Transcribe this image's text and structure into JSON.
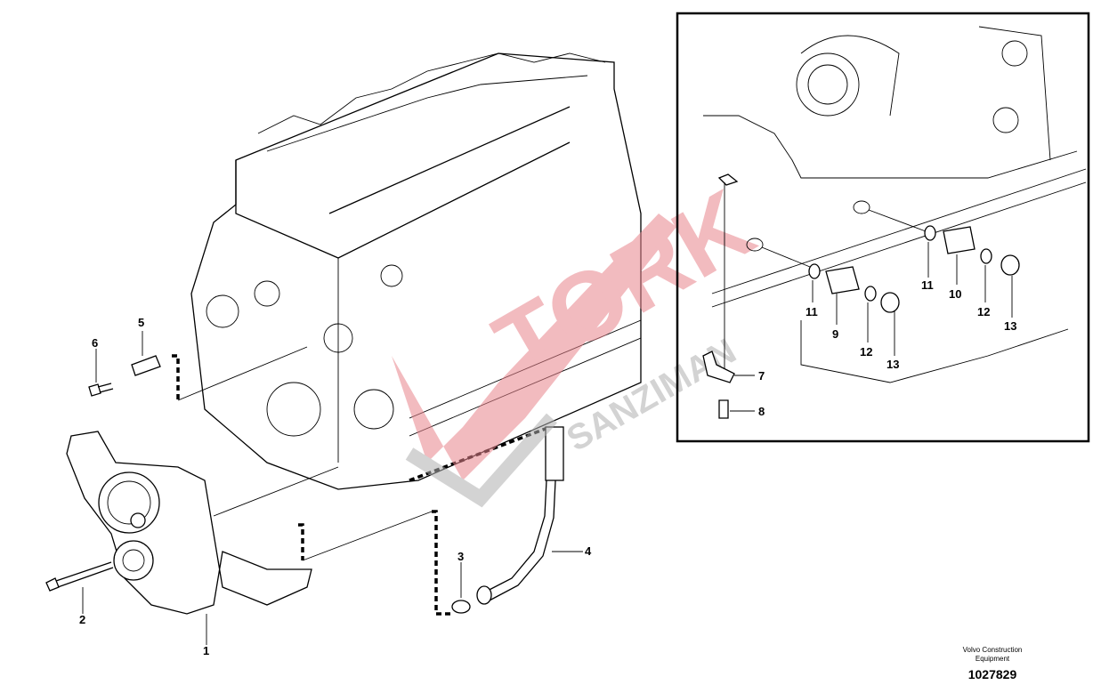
{
  "diagram": {
    "callouts": [
      {
        "id": "1",
        "label": "1"
      },
      {
        "id": "2",
        "label": "2"
      },
      {
        "id": "3",
        "label": "3"
      },
      {
        "id": "4",
        "label": "4"
      },
      {
        "id": "5",
        "label": "5"
      },
      {
        "id": "6",
        "label": "6"
      }
    ],
    "inset_callouts": [
      {
        "label": "7"
      },
      {
        "label": "8"
      },
      {
        "label": "9"
      },
      {
        "label": "10"
      },
      {
        "label": "11"
      },
      {
        "label": "11"
      },
      {
        "label": "12"
      },
      {
        "label": "12"
      },
      {
        "label": "13"
      },
      {
        "label": "13"
      }
    ]
  },
  "footer": {
    "publisher_line1": "Volvo Construction",
    "publisher_line2": "Equipment",
    "illustration_number": "1027829"
  },
  "watermark": {
    "brand": "TORK",
    "sub": "SANZIMAN",
    "colors": {
      "red": "#e8848c",
      "gray": "#b0b0b0"
    }
  }
}
